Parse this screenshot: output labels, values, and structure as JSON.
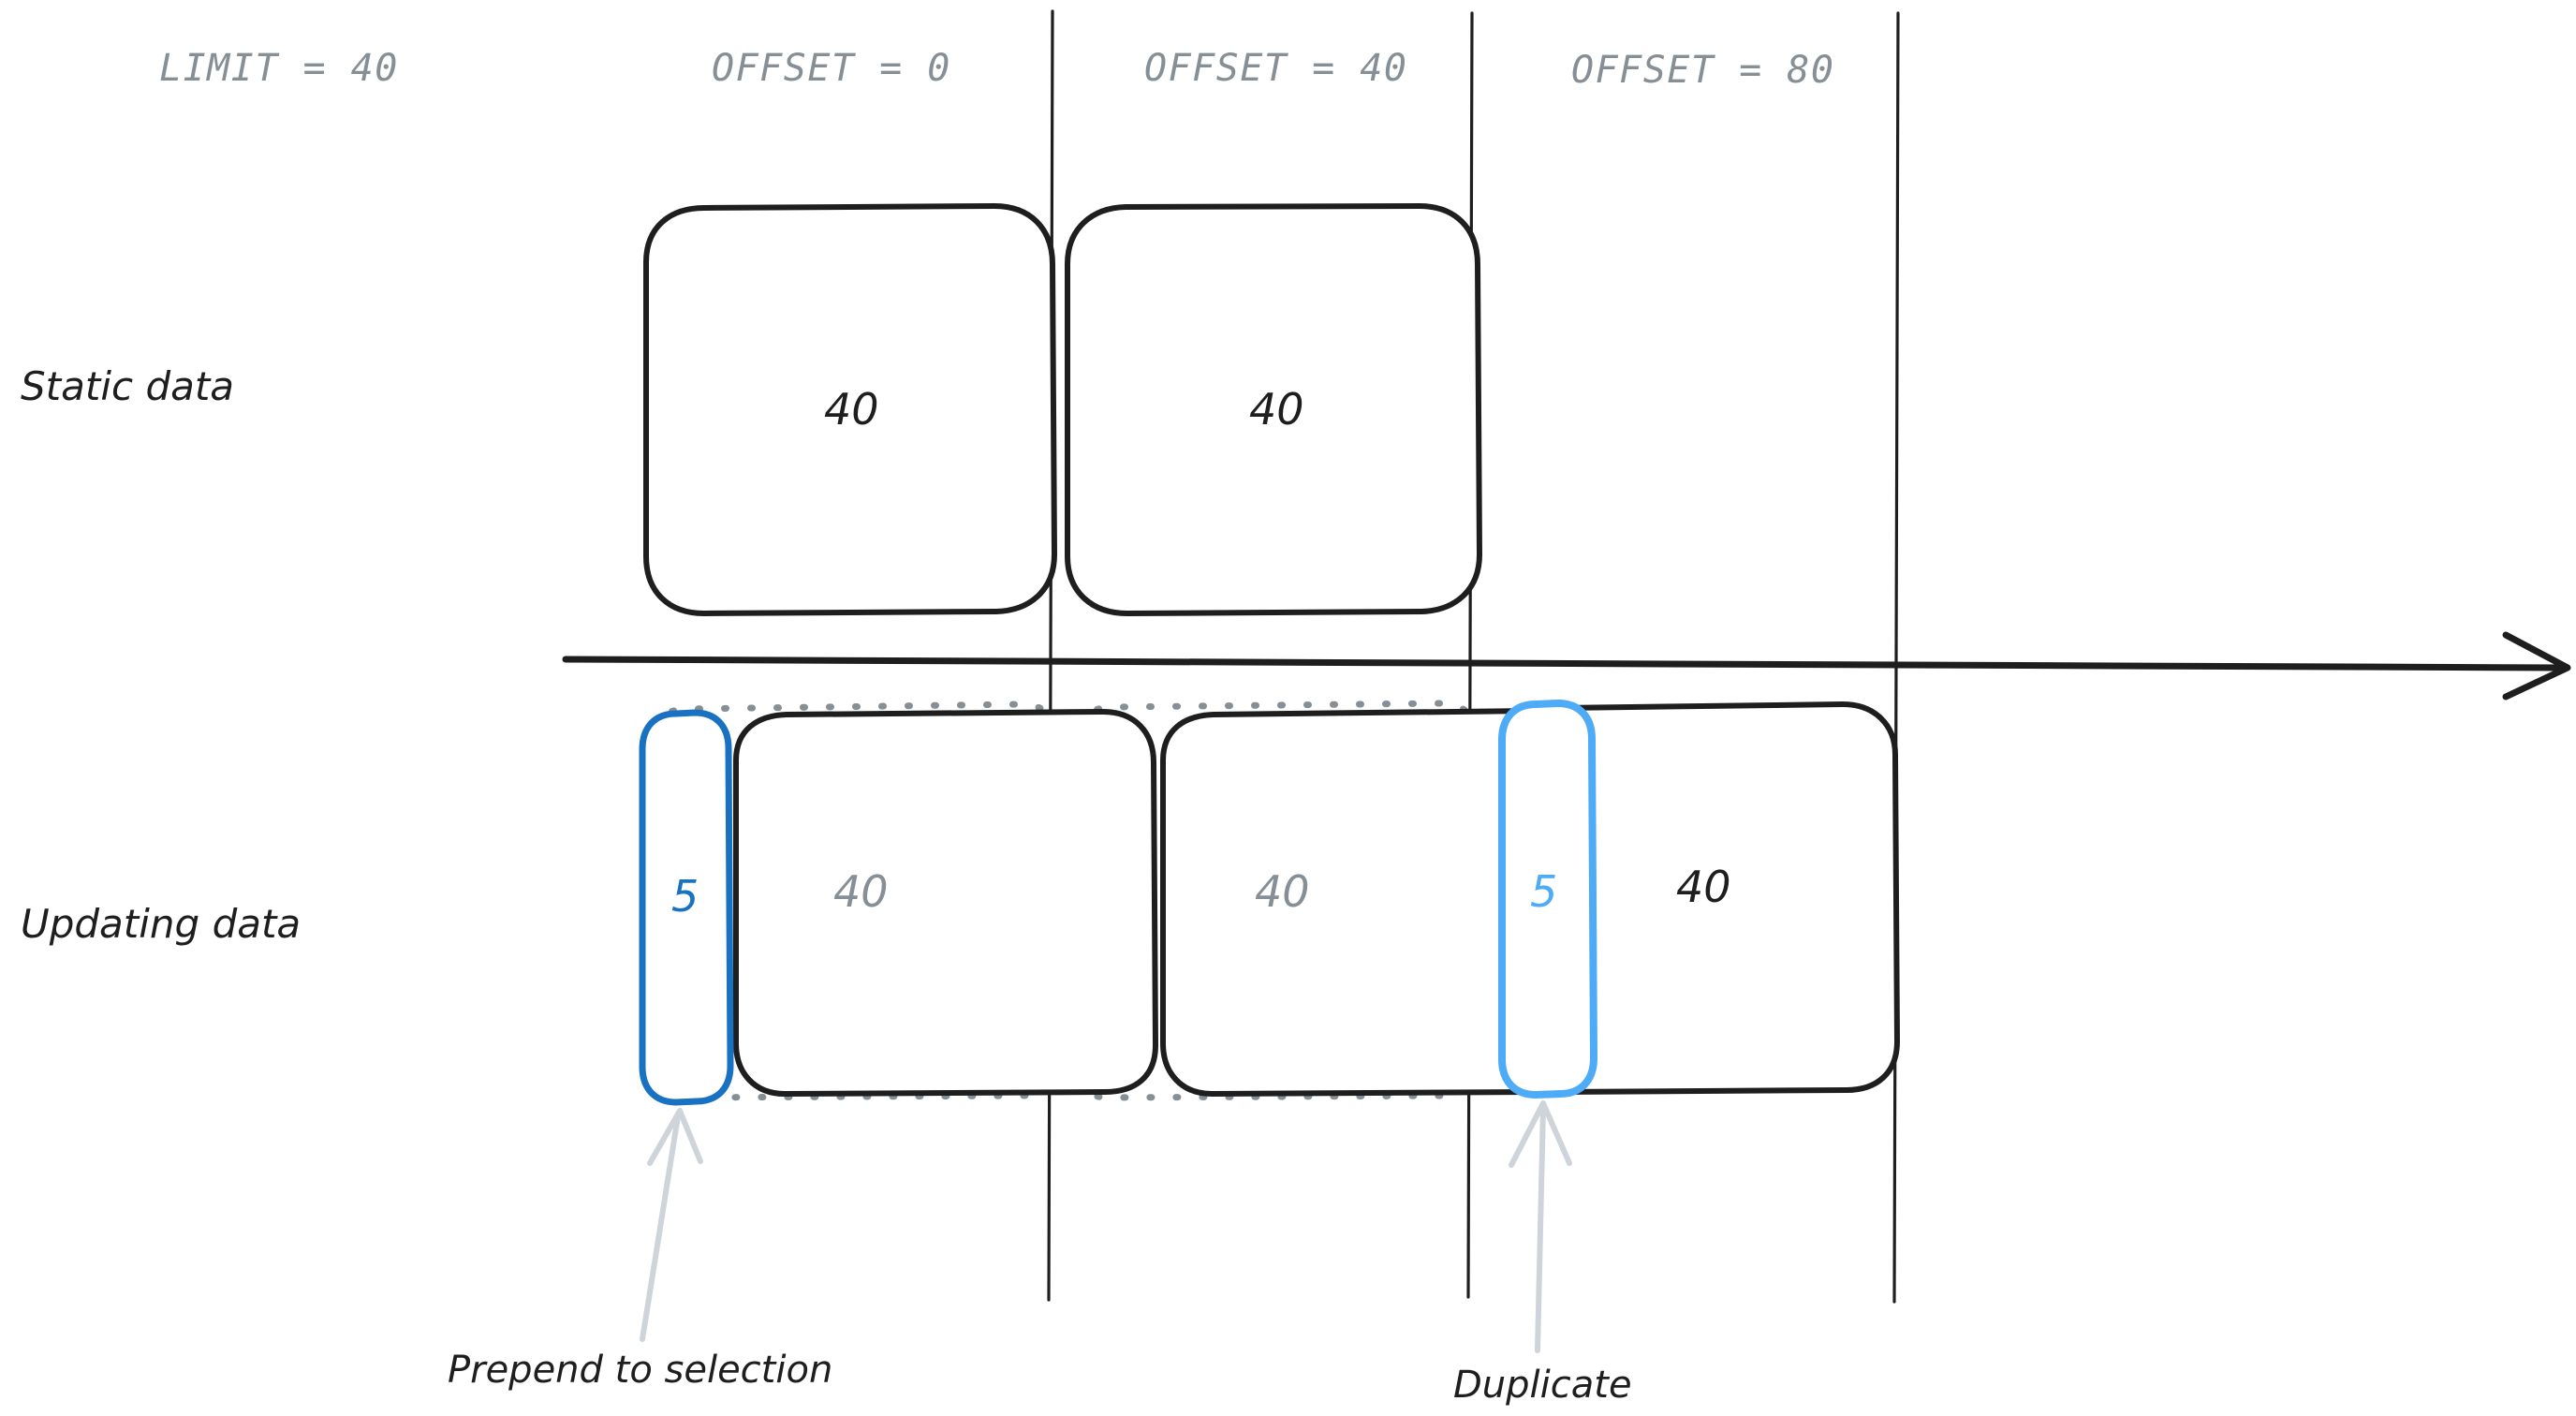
{
  "diagram": {
    "title_absent": true,
    "row_labels": [
      {
        "id": "static",
        "text": "Static data"
      },
      {
        "id": "updating",
        "text": "Updating data"
      }
    ],
    "column_headers": [
      {
        "id": "limit",
        "text": "LIMIT = 40"
      },
      {
        "id": "offset0",
        "text": "OFFSET = 0"
      },
      {
        "id": "offset40",
        "text": "OFFSET = 40"
      },
      {
        "id": "offset80",
        "text": "OFFSET = 80"
      }
    ],
    "static_row": {
      "boxes": [
        {
          "id": "static-page-1",
          "value": "40",
          "style": "solid-black"
        },
        {
          "id": "static-page-2",
          "value": "40",
          "style": "solid-black"
        }
      ]
    },
    "updating_row": {
      "inserted": [
        {
          "id": "prepended-chunk",
          "value": "5",
          "style": "solid-blue-dark"
        },
        {
          "id": "duplicate-chunk",
          "value": "5",
          "style": "solid-blue-light"
        }
      ],
      "boxes": [
        {
          "id": "updating-page-1",
          "value": "40",
          "style": "solid-black",
          "label_color": "gray"
        },
        {
          "id": "updating-page-2",
          "value": "40",
          "style": "solid-black",
          "label_color": "gray"
        },
        {
          "id": "updating-page-3",
          "value": "40",
          "style": "solid-black",
          "label_color": "black"
        }
      ],
      "ghost_boxes": [
        {
          "id": "ghost-window-1",
          "style": "dotted-gray"
        },
        {
          "id": "ghost-window-2",
          "style": "dotted-gray"
        }
      ]
    },
    "callouts": [
      {
        "id": "prepend-callout",
        "text": "Prepend to selection"
      },
      {
        "id": "duplicate-callout",
        "text": "Duplicate"
      }
    ],
    "axis": {
      "id": "time-axis",
      "direction": "right"
    },
    "colors": {
      "stroke_black": "#1e1e1e",
      "gray": "#868e96",
      "ghost_gray": "#868e96",
      "blue_dark": "#1971c2",
      "blue_light": "#4dabf7",
      "arrow_gray": "#ced4da",
      "background": "#ffffff"
    }
  }
}
